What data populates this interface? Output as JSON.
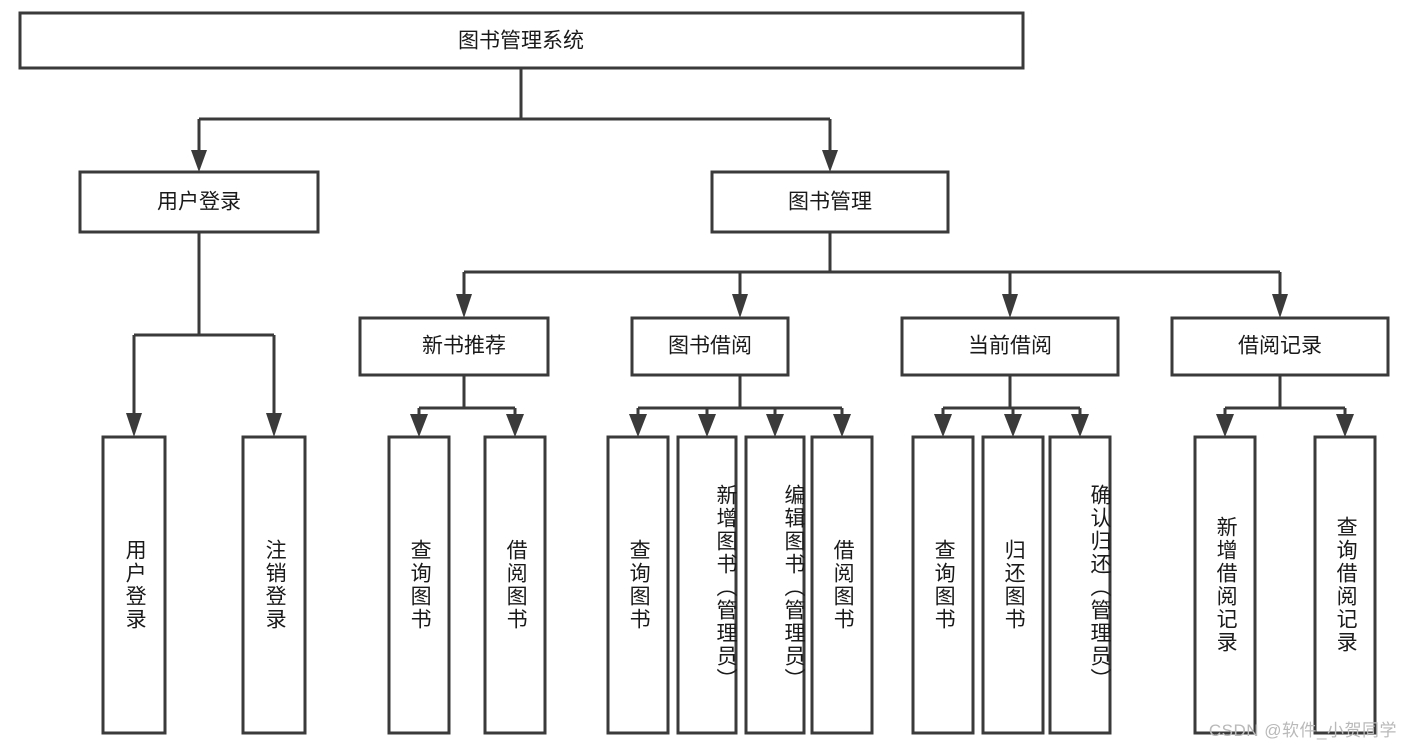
{
  "diagram": {
    "title": "图书管理系统",
    "type": "tree",
    "root": {
      "label": "图书管理系统"
    },
    "level1": [
      {
        "label": "用户登录"
      },
      {
        "label": "图书管理"
      }
    ],
    "level2": [
      {
        "label": "新书推荐"
      },
      {
        "label": "图书借阅"
      },
      {
        "label": "当前借阅"
      },
      {
        "label": "借阅记录"
      }
    ],
    "leaves": {
      "user_login": [
        {
          "label": "用户登录"
        },
        {
          "label": "注销登录"
        }
      ],
      "new_book": [
        {
          "label": "查询图书"
        },
        {
          "label": "借阅图书"
        }
      ],
      "book_borrow": [
        {
          "label": "查询图书"
        },
        {
          "label": "新增图书（管理员）"
        },
        {
          "label": "编辑图书（管理员）"
        },
        {
          "label": "借阅图书"
        }
      ],
      "current_borrow": [
        {
          "label": "查询图书"
        },
        {
          "label": "归还图书"
        },
        {
          "label": "确认归还（管理员）"
        }
      ],
      "borrow_record": [
        {
          "label": "新增借阅记录"
        },
        {
          "label": "查询借阅记录"
        }
      ]
    }
  },
  "watermark": {
    "text": "CSDN @软件_小贺同学"
  },
  "colors": {
    "stroke": "#3a3a3a",
    "box_fill": "#ffffff",
    "text": "#1a1a1a",
    "watermark": "#b9b9b9",
    "background": "#ffffff"
  }
}
